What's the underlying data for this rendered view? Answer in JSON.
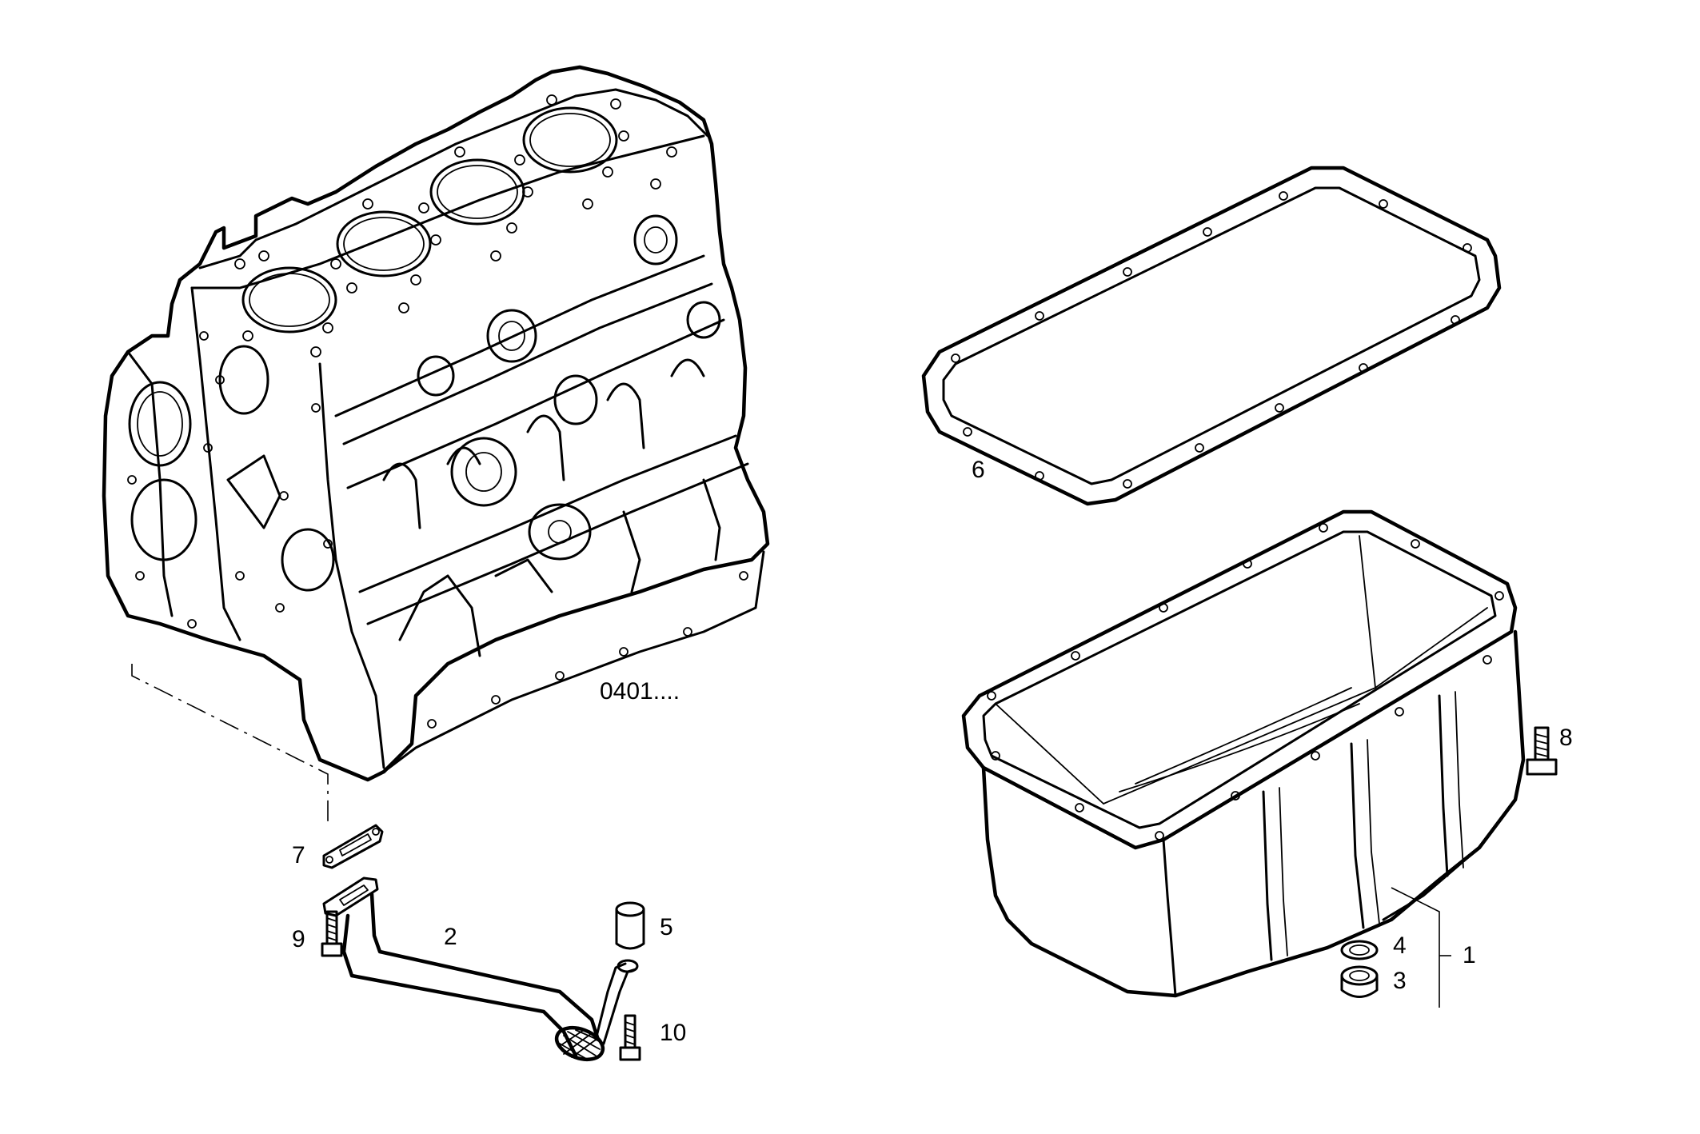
{
  "reference_label": "0401....",
  "callouts": [
    {
      "id": "1",
      "text": "1"
    },
    {
      "id": "2",
      "text": "2"
    },
    {
      "id": "3",
      "text": "3"
    },
    {
      "id": "4",
      "text": "4"
    },
    {
      "id": "5",
      "text": "5"
    },
    {
      "id": "6",
      "text": "6"
    },
    {
      "id": "7",
      "text": "7"
    },
    {
      "id": "8",
      "text": "8"
    },
    {
      "id": "9",
      "text": "9"
    },
    {
      "id": "10",
      "text": "10"
    }
  ],
  "parts": [
    {
      "name": "engine-block"
    },
    {
      "name": "oil-pan"
    },
    {
      "name": "oil-pan-gasket"
    },
    {
      "name": "oil-suction-pipe"
    },
    {
      "name": "drain-plug"
    },
    {
      "name": "sealing-washer"
    },
    {
      "name": "spacer-bushing"
    },
    {
      "name": "pipe-flange-gasket"
    },
    {
      "name": "pan-bolt"
    },
    {
      "name": "pipe-bolt"
    },
    {
      "name": "bracket-bolt"
    }
  ]
}
